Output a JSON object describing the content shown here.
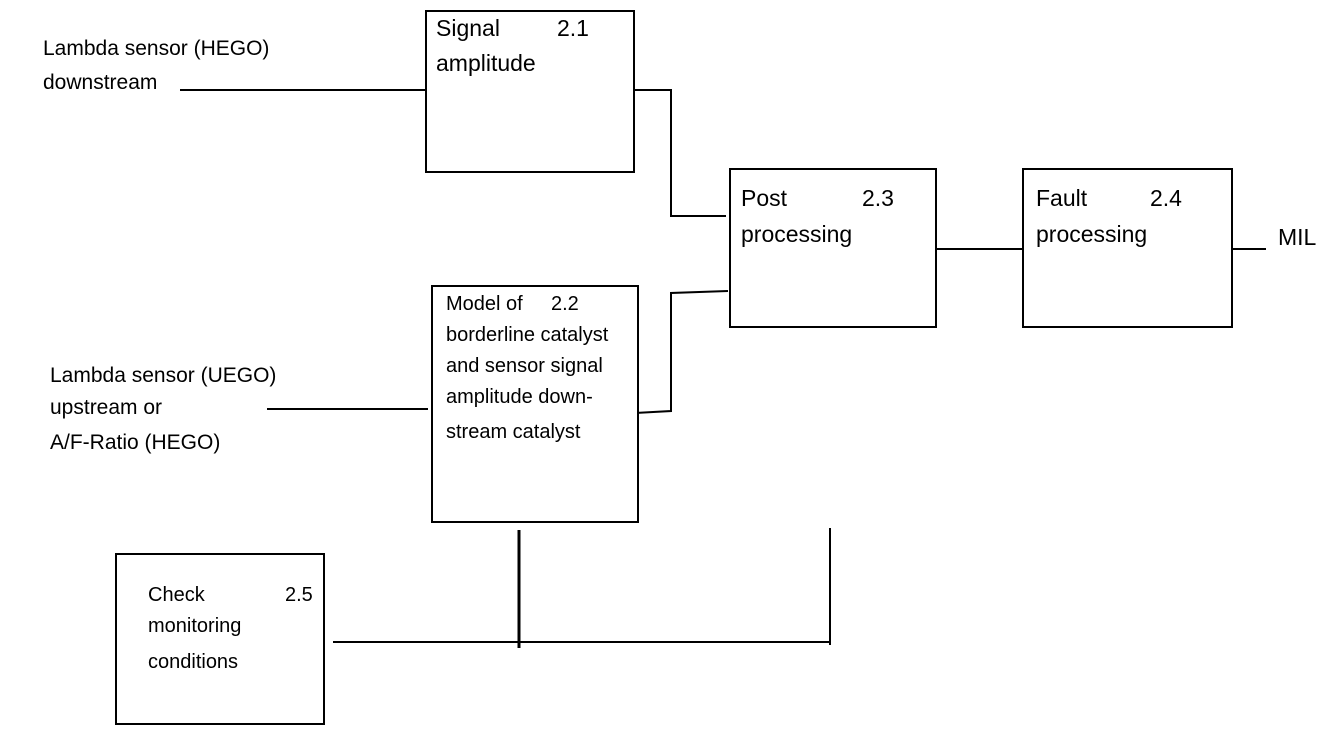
{
  "inputs": {
    "hego_downstream": [
      "Lambda sensor (HEGO)",
      "downstream"
    ],
    "uego_upstream": [
      "Lambda sensor (UEGO)",
      "upstream  or",
      "A/F-Ratio (HEGO)"
    ]
  },
  "blocks": {
    "signal_amplitude": {
      "number": "2.1",
      "lines": [
        "Signal",
        "amplitude"
      ]
    },
    "model_borderline": {
      "number": "2.2",
      "lines": [
        "Model of",
        "borderline catalyst",
        "and sensor signal",
        "amplitude down-",
        "stream catalyst"
      ]
    },
    "post_processing": {
      "number": "2.3",
      "lines": [
        "Post",
        "processing"
      ]
    },
    "fault_processing": {
      "number": "2.4",
      "lines": [
        "Fault",
        "processing"
      ]
    },
    "check_monitoring": {
      "number": "2.5",
      "lines": [
        "Check",
        "monitoring",
        "conditions"
      ]
    }
  },
  "output": {
    "label": "MIL"
  }
}
